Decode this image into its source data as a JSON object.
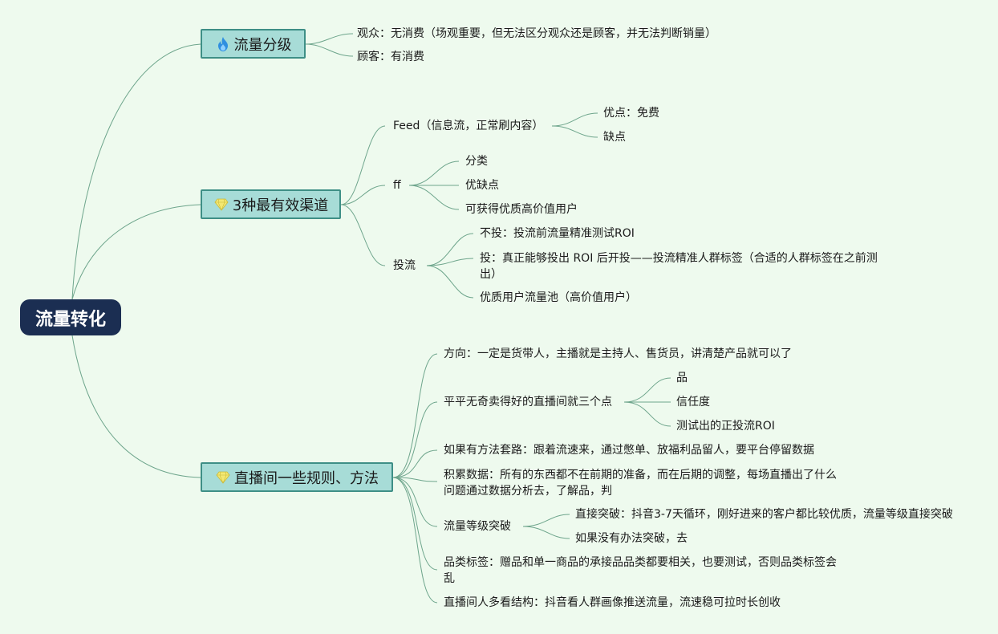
{
  "root": {
    "label": "流量转化"
  },
  "branches": {
    "traffic_level": {
      "label": "流量分级",
      "icon": "fire-icon",
      "children": {
        "audience": "观众：无消费（场观重要，但无法区分观众还是顾客，并无法判断销量）",
        "customer": "顾客：有消费"
      }
    },
    "channels": {
      "label": "3种最有效渠道",
      "icon": "diamond-icon",
      "feed": {
        "label": "Feed（信息流，正常刷内容）",
        "children": {
          "pro": "优点：免费",
          "con": "缺点"
        }
      },
      "ff": {
        "label": "ff",
        "children": {
          "category": "分类",
          "pros_cons": "优缺点",
          "quality_users": "可获得优质高价值用户"
        }
      },
      "investment": {
        "label": "投流",
        "children": {
          "no_invest": "不投：投流前流量精准测试ROI",
          "invest": "投：真正能够投出 ROI 后开投——投流精准人群标签（合适的人群标签在之前测出）",
          "pool": "优质用户流量池（高价值用户）"
        }
      }
    },
    "live_rules": {
      "label": "直播间一些规则、方法",
      "icon": "diamond-icon",
      "direction": "方向：一定是货带人，主播就是主持人、售货员，讲清楚产品就可以了",
      "three_points": {
        "label": "平平无奇卖得好的直播间就三个点",
        "children": {
          "product": "品",
          "trust": "信任度",
          "roi": "测试出的正投流ROI"
        }
      },
      "method": "如果有方法套路：跟着流速来，通过憋单、放福利品留人，要平台停留数据",
      "accumulate": "积累数据：所有的东西都不在前期的准备，而在后期的调整，每场直播出了什么问题通过数据分析去，了解品，判",
      "breakthrough": {
        "label": "流量等级突破",
        "children": {
          "direct": "直接突破：抖音3-7天循环，刚好进来的客户都比较优质，流量等级直接突破",
          "fallback": "如果没有办法突破，去"
        }
      },
      "category_tag": "品类标签：赠品和单一商品的承接品品类都要相关，也要测试，否则品类标签会乱",
      "structure": "直播间人多看结构：抖音看人群画像推送流量，流速稳可拉时长创收"
    }
  },
  "colors": {
    "background": "#eefaee",
    "root_fill": "#1b2e52",
    "main_fill": "#a7dcd7",
    "main_border": "#3e8f86",
    "connector": "#6ea58c",
    "fire": "#2f8fe0",
    "diamond": "#f3e872"
  }
}
